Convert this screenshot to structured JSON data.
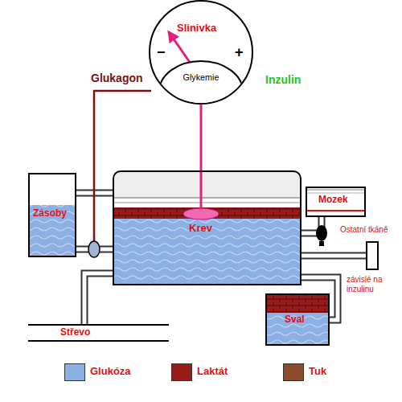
{
  "diagram": {
    "nodes": [
      {
        "text": [
          "Slinivka"
        ]
      },
      {
        "text": [
          "Glykemie"
        ],
        "in": 0
      },
      {
        "text": [
          "Krev"
        ]
      },
      {
        "text": [
          "Zásoby"
        ]
      },
      {
        "text": [
          "Mozek"
        ]
      },
      {
        "text": [
          "Ostatní tkáně",
          "závislé na inzulinu"
        ]
      },
      {
        "text": [
          "Sval"
        ]
      },
      {
        "text": [
          "Střevo"
        ]
      }
    ],
    "edges": [
      {
        "from": 1,
        "to": 2,
        "arrow": "none"
      },
      {
        "from": 3,
        "to": 2,
        "arrow": "none"
      },
      {
        "from": 3,
        "to": 2,
        "arrow": "none"
      },
      {
        "from": 7,
        "to": 2,
        "arrow": "none"
      },
      {
        "from": 2,
        "to": 4,
        "arrow": "none"
      },
      {
        "from": 2,
        "to": 5,
        "arrow": "none"
      },
      {
        "from": 2,
        "to": 6,
        "arrow": "none"
      }
    ],
    "labels": [
      "Glukagon",
      "Inzulin",
      "−",
      "+"
    ],
    "legend": [
      {
        "text": "Glukóza",
        "color": "#8cb0e4"
      },
      {
        "text": "Laktát",
        "color": "#9b1b1b"
      },
      {
        "text": "Tuk",
        "color": "#8a4a2c"
      }
    ]
  }
}
